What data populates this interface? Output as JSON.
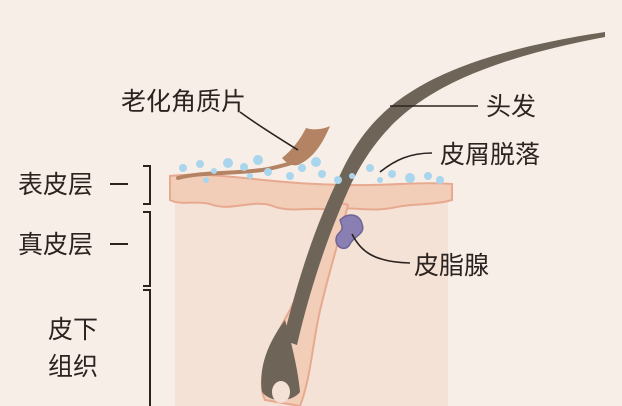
{
  "labels": {
    "aged_flake": "老化角质片",
    "hair": "头发",
    "dandruff": "皮屑脱落",
    "sebaceous_gland": "皮脂腺",
    "epidermis": "表皮层",
    "dermis": "真皮层",
    "subcutis_line1": "皮下",
    "subcutis_line2": "组织"
  },
  "colors": {
    "background": "#f7eee8",
    "dermis_fill": "#f2cdb8",
    "epidermis_fill": "#f3dccd",
    "skin_outline": "#e7a98f",
    "hair": "#6f6458",
    "flake": "#b48363",
    "dandruff_dots": "#a9d6ec",
    "sebaceous": "#8a7fb3",
    "leader_line": "#2b2320"
  }
}
